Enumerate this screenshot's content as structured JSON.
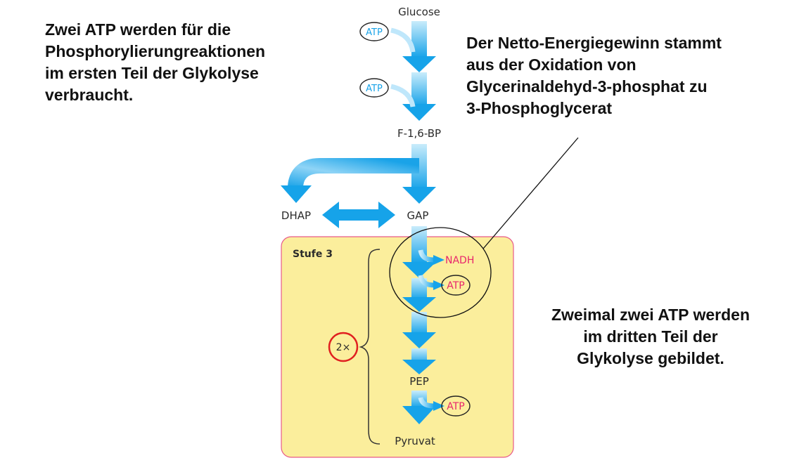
{
  "notes": {
    "left": [
      "Zwei ATP werden für die",
      "Phosphorylierungreaktionen",
      "im ersten Teil der Glykolyse",
      "verbraucht."
    ],
    "right": [
      "Der Netto-Energiegewinn stammt",
      "aus der Oxidation von",
      "Glycerinaldehyd-3-phosphat zu",
      "3-Phosphoglycerat"
    ],
    "bottom": [
      "Zweimal zwei ATP werden",
      "im dritten Teil der",
      "Glykolyse gebildet."
    ]
  },
  "pathway": {
    "glucose": "Glucose",
    "atp_in_1": "ATP",
    "atp_in_2": "ATP",
    "f16bp": "F-1,6-BP",
    "dhap": "DHAP",
    "gap": "GAP",
    "stage": "Stufe 3",
    "nadh": "NADH",
    "atp_out_1": "ATP",
    "multiplier": "2×",
    "pep": "PEP",
    "atp_out_2": "ATP",
    "pyruvat": "Pyruvat"
  },
  "colors": {
    "arrow_blue": "#1aa3e8",
    "box_fill": "#fbee9c",
    "box_border": "#e85a8a",
    "highlight_red": "#e02020",
    "product_pink": "#e8256c"
  }
}
